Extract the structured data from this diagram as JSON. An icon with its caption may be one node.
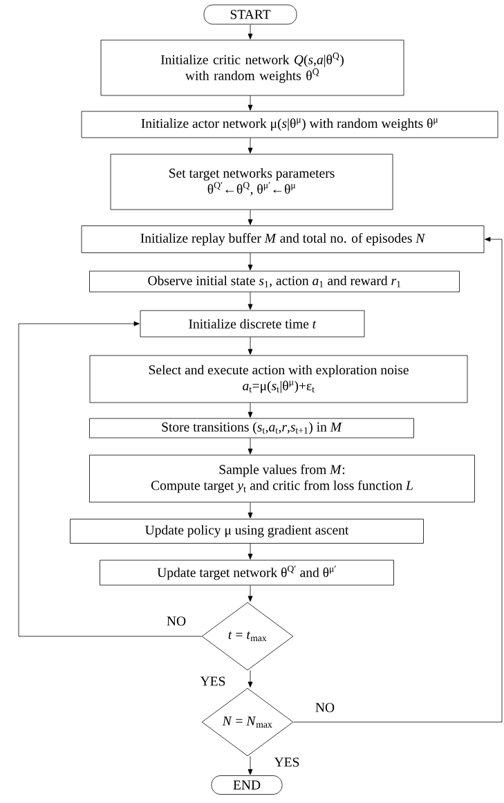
{
  "diagram": {
    "nodes": [
      {
        "text": [
          "START"
        ]
      },
      {
        "text": [
          "Initialize critic network *Q*(*s*,*a*|θ$^{Q}$)  with random weights θ$^{Q}$"
        ]
      },
      {
        "text": [
          "Initialize actor network μ(*s*|θ$^{μ}$) with random weights θ$^{μ}$"
        ]
      },
      {
        "text": [
          "Set target networks parameters",
          "θ$^{Q′}$←θ$^{Q}$, θ$^{μ′}$←θ$^{μ}$"
        ]
      },
      {
        "text": [
          "Initialize replay buffer *M* and total no. of episodes *N*"
        ]
      },
      {
        "text": [
          "Observe initial state *s*$_{1}$, action *a*$_{1}$ and reward *r*$_{1}$"
        ]
      },
      {
        "text": [
          "Initialize discrete time *t*"
        ]
      },
      {
        "text": [
          "Select and execute action with exploration noise",
          "*a*$_{t}$=μ(*s*$_{t}$|θ$^{μ}$)+ε$_{t}$"
        ]
      },
      {
        "text": [
          "Store transitions (*s*$_{t}$,*a*$_{t}$,*r*,*s*$_{t+1}$) in *M*"
        ]
      },
      {
        "text": [
          "Sample values from *M*:",
          "Compute target *y*$_{t}$ and critic from loss function *L*"
        ]
      },
      {
        "text": [
          "Update policy μ using gradient ascent"
        ]
      },
      {
        "text": [
          "Update target network θ$^{Q′}$ and θ$^{μ′}$"
        ]
      },
      {
        "text": [
          "*t* = *t*$_{max}$"
        ]
      },
      {
        "text": [
          "*N* = *N*$_{max}$"
        ]
      },
      {
        "text": [
          "END"
        ]
      }
    ],
    "edges": [
      {
        "from": 0,
        "to": 1,
        "arrow": "to"
      },
      {
        "from": 1,
        "to": 2,
        "arrow": "to"
      },
      {
        "from": 2,
        "to": 3,
        "arrow": "to"
      },
      {
        "from": 3,
        "to": 4,
        "arrow": "to"
      },
      {
        "from": 4,
        "to": 5,
        "arrow": "to"
      },
      {
        "from": 5,
        "to": 6,
        "arrow": "to"
      },
      {
        "from": 6,
        "to": 7,
        "arrow": "to"
      },
      {
        "from": 7,
        "to": 8,
        "arrow": "to"
      },
      {
        "from": 8,
        "to": 9,
        "arrow": "to"
      },
      {
        "from": 9,
        "to": 10,
        "arrow": "to"
      },
      {
        "from": 10,
        "to": 11,
        "arrow": "to"
      },
      {
        "from": 11,
        "to": 12,
        "arrow": "to"
      },
      {
        "from": 12,
        "to": 6,
        "arrow": "to",
        "label": "NO"
      },
      {
        "from": 12,
        "to": 13,
        "arrow": "to",
        "label": "YES"
      },
      {
        "from": 13,
        "to": 14,
        "arrow": "to",
        "label": "YES"
      },
      {
        "from": 13,
        "to": 4,
        "arrow": "to",
        "label": "NO"
      }
    ]
  }
}
